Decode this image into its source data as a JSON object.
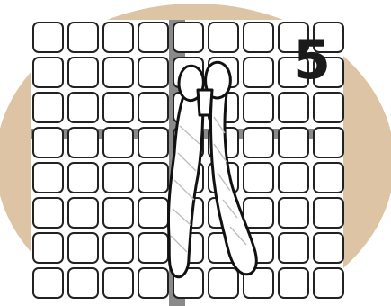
{
  "step": {
    "number": "5"
  },
  "colors": {
    "backdrop": "#dcc4a4",
    "canvas": "#ffffff",
    "grid_bar_dark": "#8a8a8a",
    "outline": "#111111",
    "yarn_fill": "#ffffff"
  },
  "icons": {
    "backdrop": "tan-oval-backdrop",
    "canvas": "plastic-canvas-grid",
    "yarn": "lark-head-yarn-fringe-knot"
  }
}
